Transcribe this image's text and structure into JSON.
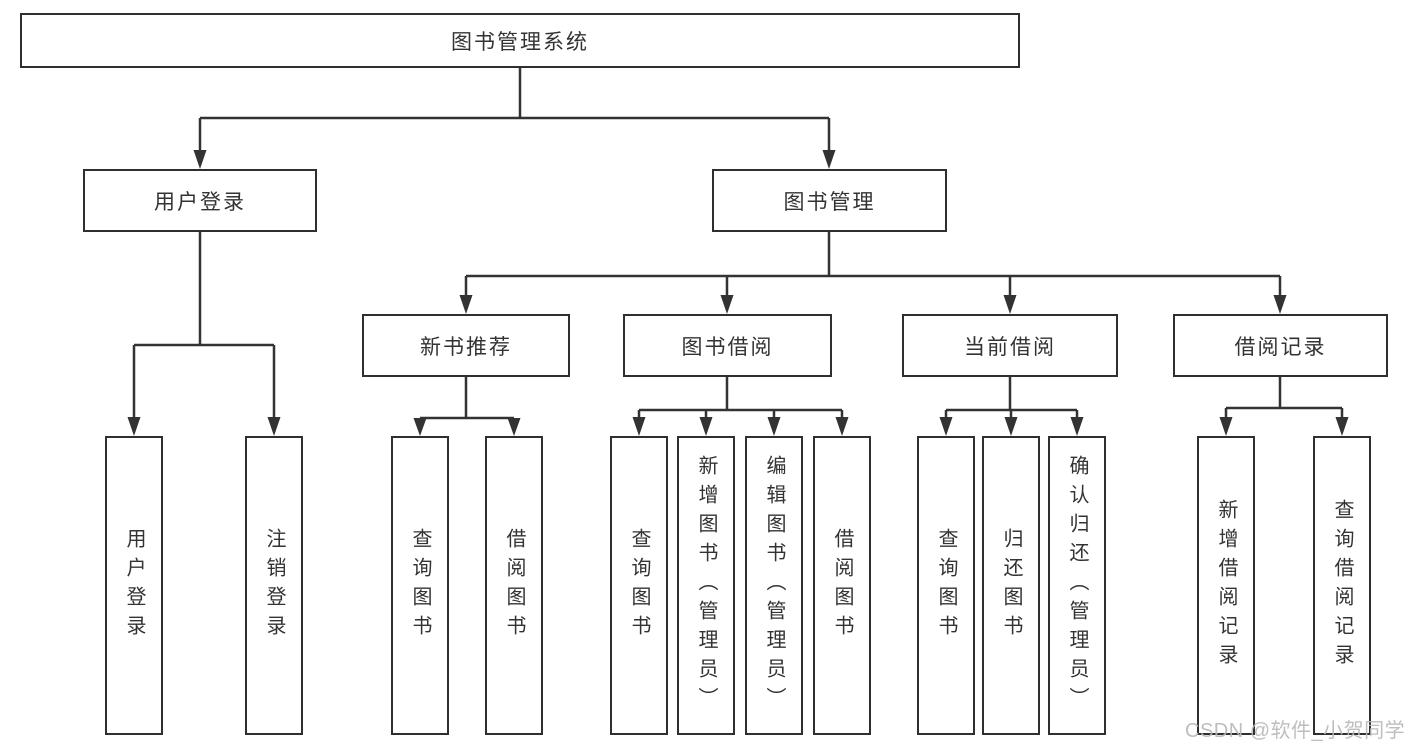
{
  "tree": {
    "root": {
      "label": "图书管理系统"
    },
    "user_login": {
      "label": "用户登录",
      "children": {
        "login": "用户登录",
        "logout": "注销登录"
      }
    },
    "book_mgmt": {
      "label": "图书管理",
      "new_books": {
        "label": "新书推荐",
        "children": {
          "query": "查询图书",
          "borrow": "借阅图书"
        }
      },
      "borrowing": {
        "label": "图书借阅",
        "children": {
          "query": "查询图书",
          "add": "新增图书（管理员）",
          "edit": "编辑图书（管理员）",
          "borrow": "借阅图书"
        }
      },
      "current": {
        "label": "当前借阅",
        "children": {
          "query": "查询图书",
          "return": "归还图书",
          "confirm": "确认归还（管理员）"
        }
      },
      "records": {
        "label": "借阅记录",
        "children": {
          "add": "新增借阅记录",
          "query": "查询借阅记录"
        }
      }
    }
  },
  "watermark": {
    "text": "CSDN @软件_小贺同学"
  },
  "colors": {
    "line": "#333333",
    "border": "#2f2f2f",
    "text": "#333333",
    "watermark": "#b8b8b8",
    "background": "#ffffff"
  }
}
